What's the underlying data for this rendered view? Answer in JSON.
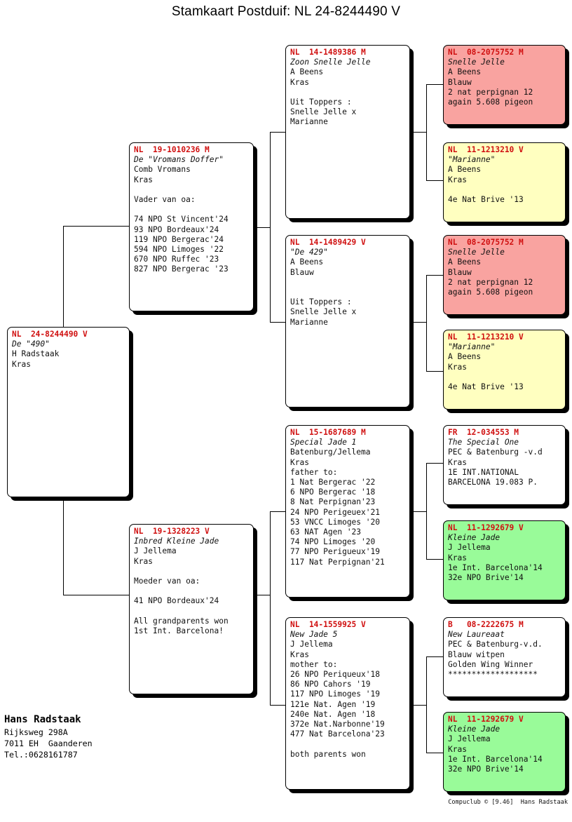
{
  "title": "Stamkaart Postduif: NL  24-8244490 V",
  "footer": "Compuclub © [9.46]  Hans Radstaak",
  "owner": {
    "name": "Hans Radstaak",
    "street": "Rijksweg 298A",
    "city": "7011 EH  Gaanderen",
    "phone": "Tel.:0628161787"
  },
  "colors": {
    "ring_red": "#d01010",
    "pink": "#f9a3a0",
    "yellow": "#ffffc0",
    "green": "#99fb99",
    "white": "#ffffff"
  },
  "birds": {
    "subject": {
      "ring": "NL  24-8244490 V",
      "nickname": "De \"490\"",
      "lines": [
        "H Radstaak",
        "Kras"
      ],
      "color": "white"
    },
    "father": {
      "ring": "NL  19-1010236 M",
      "nickname": "De \"Vromans Doffer\"",
      "lines": [
        "Comb Vromans",
        "Kras",
        "",
        "Vader van oa:",
        "",
        "74 NPO St Vincent'24",
        "93 NPO Bordeaux'24",
        "119 NPO Bergerac'24",
        "594 NPO Limoges '22",
        "670 NPO Ruffec '23",
        "827 NPO Bergerac '23"
      ],
      "color": "white"
    },
    "mother": {
      "ring": "NL  19-1328223 V",
      "nickname": "Inbred Kleine Jade",
      "lines": [
        "J Jellema",
        "Kras",
        "",
        "Moeder van oa:",
        "",
        "41 NPO Bordeaux'24",
        "",
        "All grandparents won",
        "1st Int. Barcelona!"
      ],
      "color": "white"
    },
    "ff": {
      "ring": "NL  14-1489386 M",
      "nickname": "Zoon Snelle Jelle",
      "lines": [
        "A Beens",
        "Kras",
        "",
        "Uit Toppers :",
        "Snelle Jelle x",
        "Marianne"
      ],
      "color": "white"
    },
    "fm": {
      "ring": "NL  14-1489429 V",
      "nickname": "\"De 429\"",
      "lines": [
        "A Beens",
        "Blauw",
        "",
        "",
        "Uit Toppers :",
        "Snelle Jelle x",
        "Marianne"
      ],
      "color": "white"
    },
    "mf": {
      "ring": "NL  15-1687689 M",
      "nickname": "Special Jade 1",
      "lines": [
        "Batenburg/Jellema",
        "Kras",
        "father to:",
        "1 Nat Bergerac '22",
        "6 NPO Bergerac '18",
        "8 Nat Perpignan'23",
        "24 NPO Perigeuex'21",
        "53 VNCC Limoges '20",
        "63 NAT Agen '23",
        "74 NPO Limoges '20",
        "77 NPO Perigueux'19",
        "117 Nat Perpignan'21"
      ],
      "color": "white"
    },
    "mm": {
      "ring": "NL  14-1559925 V",
      "nickname": "New Jade 5",
      "lines": [
        "J Jellema",
        "Kras",
        "mother to:",
        "26 NPO Periqueux'18",
        "86 NPO Cahors '19",
        "117 NPO Limoges '19",
        "121e Nat. Agen '19",
        "240e Nat. Agen '18",
        "372e Nat.Narbonne'19",
        "477 Nat Barcelona'23",
        "",
        "both parents won"
      ],
      "color": "white"
    },
    "fff": {
      "ring": "NL  08-2075752 M",
      "nickname": "Snelle Jelle",
      "lines": [
        "A Beens",
        "Blauw",
        "2 nat perpignan 12",
        "again 5.608 pigeon"
      ],
      "color": "pink"
    },
    "ffm": {
      "ring": "NL  11-1213210 V",
      "nickname": "\"Marianne\"",
      "lines": [
        "A Beens",
        "Kras",
        "",
        "4e Nat Brive '13"
      ],
      "color": "yellow"
    },
    "fmf": {
      "ring": "NL  08-2075752 M",
      "nickname": "Snelle Jelle",
      "lines": [
        "A Beens",
        "Blauw",
        "2 nat perpignan 12",
        "again 5.608 pigeon"
      ],
      "color": "pink"
    },
    "fmm": {
      "ring": "NL  11-1213210 V",
      "nickname": "\"Marianne\"",
      "lines": [
        "A Beens",
        "Kras",
        "",
        "4e Nat Brive '13"
      ],
      "color": "yellow"
    },
    "mff": {
      "ring": "FR  12-034553 M",
      "nickname": "The Special One",
      "lines": [
        "PEC & Batenburg -v.d",
        "Kras",
        "1E INT.NATIONAL",
        "BARCELONA 19.083 P."
      ],
      "color": "white"
    },
    "mfm": {
      "ring": "NL  11-1292679 V",
      "nickname": "Kleine Jade",
      "lines": [
        "J Jellema",
        "Kras",
        "1e Int. Barcelona'14",
        "32e NPO Brive'14"
      ],
      "color": "green"
    },
    "mmf": {
      "ring": "B   08-2222675 M",
      "nickname": "New Laureaat",
      "lines": [
        "PEC & Batenburg-v.d.",
        "Blauw witpen",
        "Golden Wing Winner",
        "*******************"
      ],
      "color": "white"
    },
    "mmm": {
      "ring": "NL  11-1292679 V",
      "nickname": "Kleine Jade",
      "lines": [
        "J Jellema",
        "Kras",
        "1e Int. Barcelona'14",
        "32e NPO Brive'14"
      ],
      "color": "green"
    }
  }
}
